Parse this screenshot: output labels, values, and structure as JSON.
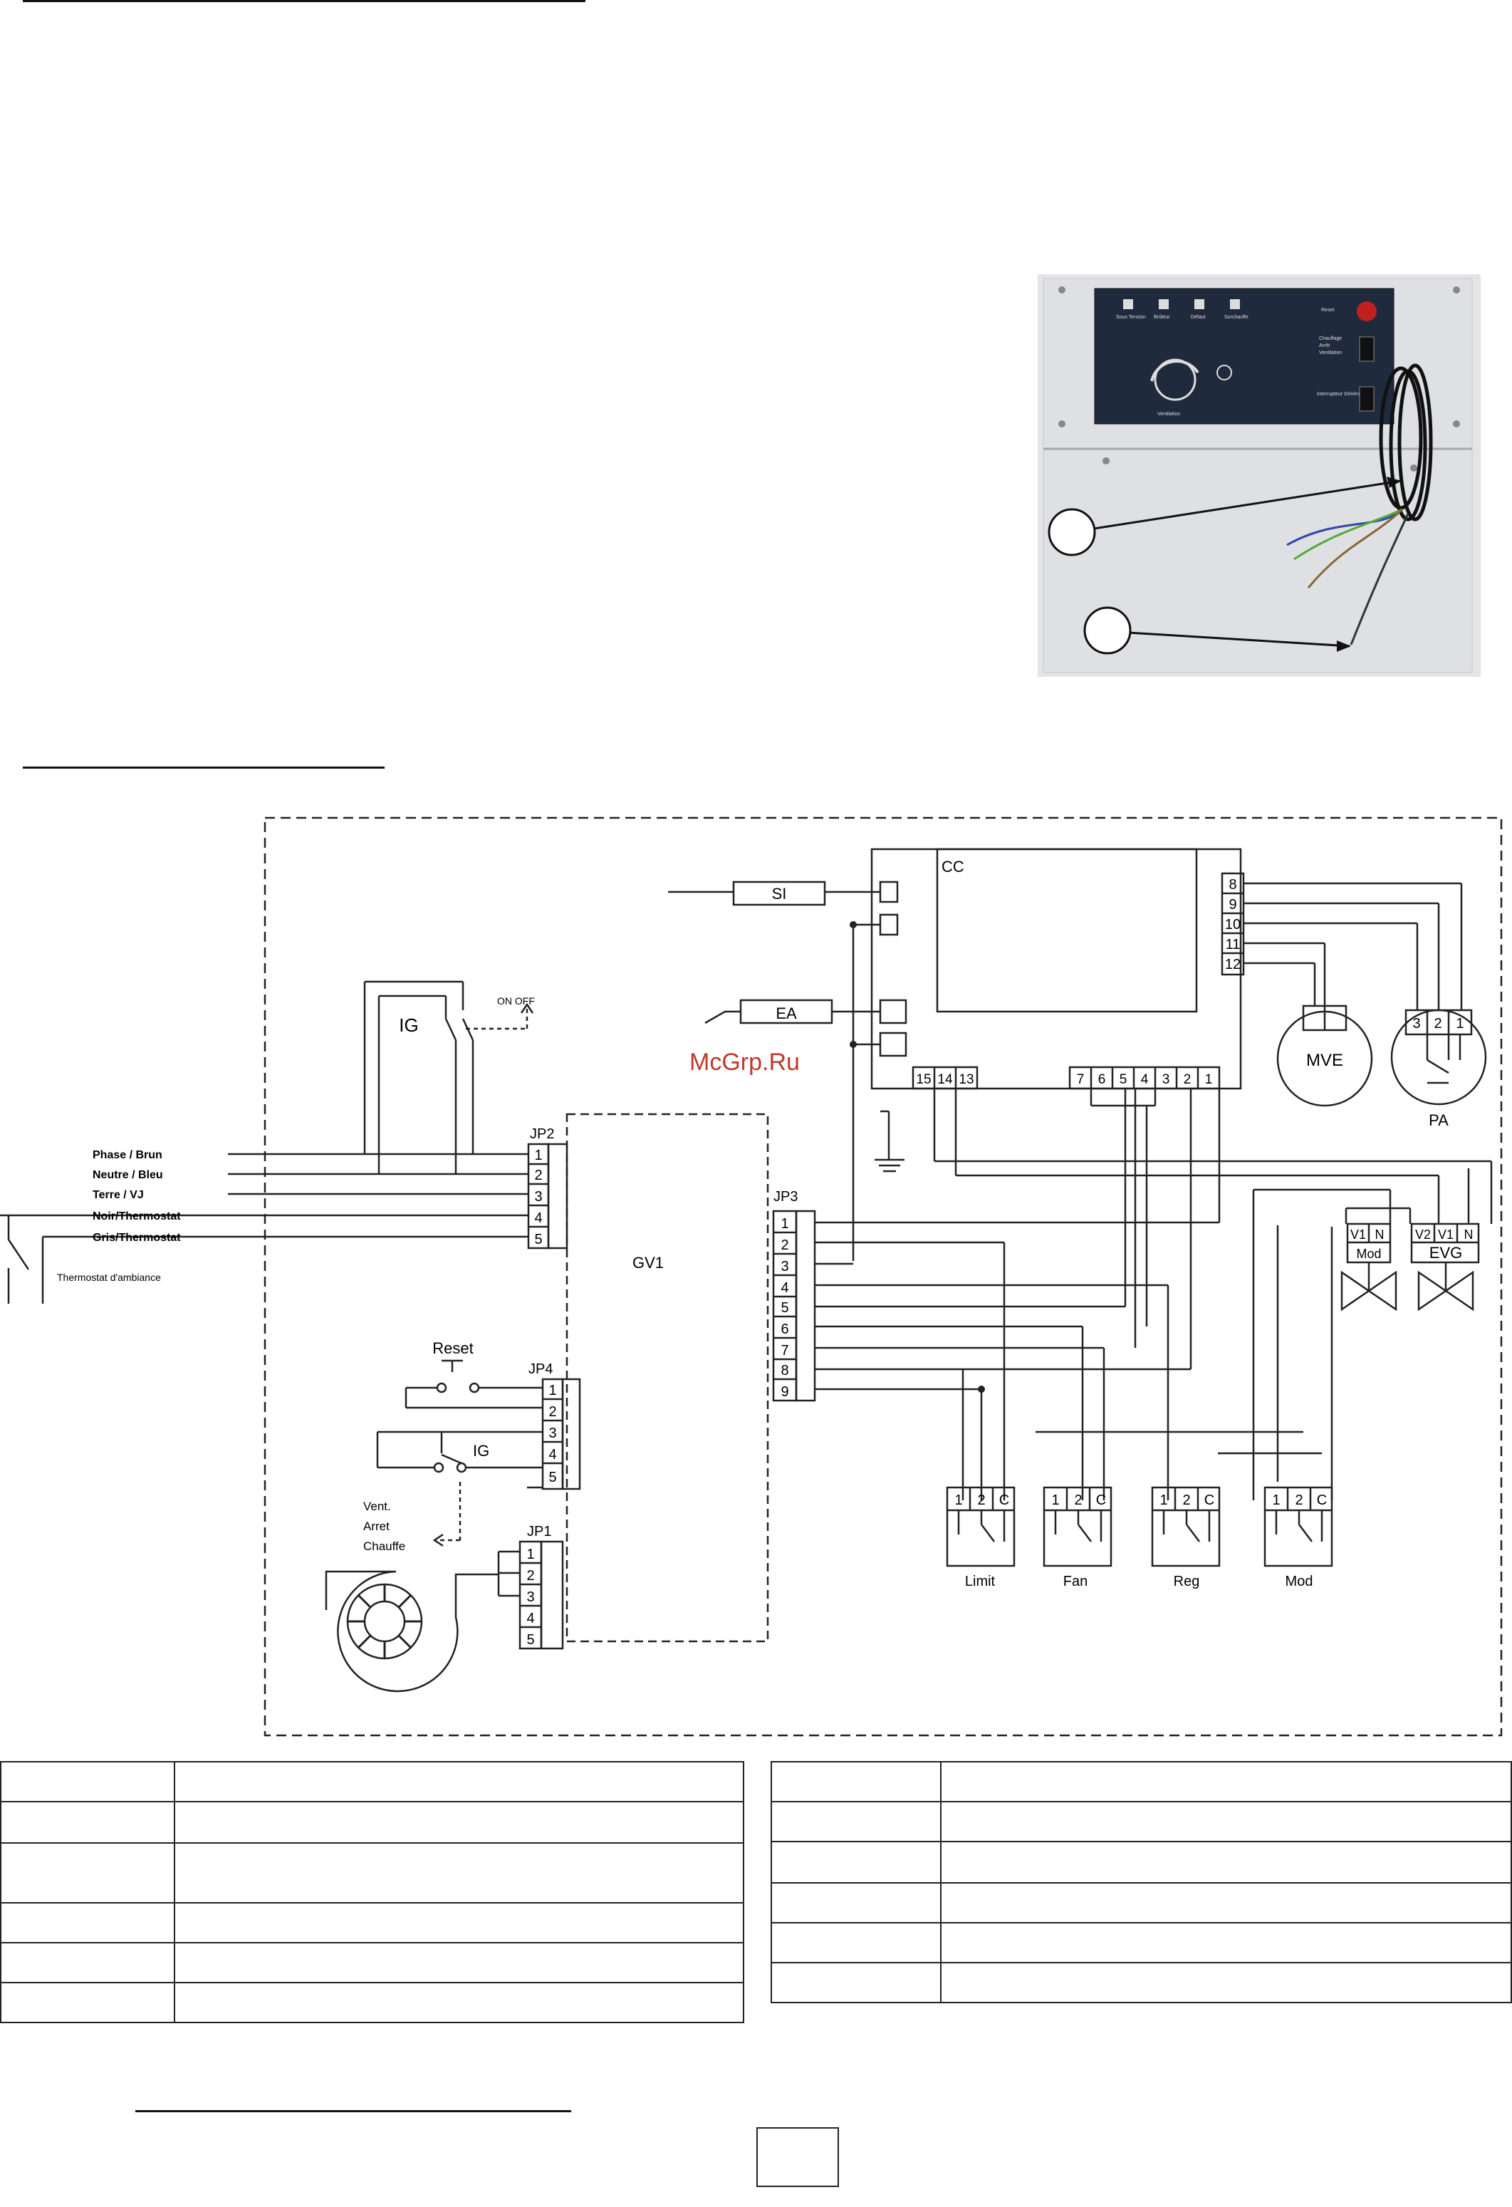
{
  "watermark": "McGrp.Ru",
  "photo": {
    "panel_labels": [
      "Sous Tension",
      "Brûleur",
      "Défaut",
      "Surchauffe",
      "Reset",
      "Chauffage",
      "Arrêt",
      "Ventilation",
      "Ventilation",
      "Interrupteur Général"
    ],
    "callouts": [
      "",
      ""
    ]
  },
  "schematic": {
    "components": {
      "cc": "CC",
      "si": "SI",
      "ea": "EA",
      "ig": "IG",
      "ig2": "IG",
      "onoff": "ON OFF",
      "mve": "MVE",
      "pa": "PA",
      "gv1": "GV1",
      "reset": "Reset",
      "vent": [
        "Vent.",
        "Arret",
        "Chauffe"
      ]
    },
    "connectors": {
      "jp2": "JP2",
      "jp3": "JP3",
      "jp4": "JP4",
      "jp1": "JP1",
      "jp2_pins": [
        "1",
        "2",
        "3",
        "4",
        "5"
      ],
      "jp3_pins": [
        "1",
        "2",
        "3",
        "4",
        "5",
        "6",
        "7",
        "8",
        "9"
      ],
      "jp4_pins": [
        "1",
        "2",
        "3",
        "4",
        "5"
      ],
      "jp1_pins": [
        "1",
        "2",
        "3",
        "4",
        "5"
      ],
      "cc_right_pins": [
        "8",
        "9",
        "10",
        "11",
        "12"
      ],
      "cc_bottom_left": [
        "15",
        "14",
        "13"
      ],
      "cc_bottom_right": [
        "7",
        "6",
        "5",
        "4",
        "3",
        "2",
        "1"
      ],
      "pa_pins": [
        "3",
        "2",
        "1"
      ]
    },
    "wires": [
      "Phase / Brun",
      "Neutre / Bleu",
      "Terre / VJ",
      "Noir/Thermostat",
      "Gris/Thermostat"
    ],
    "thermostat": "Thermostat d'ambiance",
    "valves": {
      "mod": "Mod",
      "mod_pins": [
        "V1",
        "N"
      ],
      "evg": "EVG",
      "evg_pins": [
        "V2",
        "V1",
        "N"
      ]
    },
    "switches": [
      {
        "label": "Limit",
        "pins": [
          "1",
          "2",
          "C"
        ]
      },
      {
        "label": "Fan",
        "pins": [
          "1",
          "2",
          "C"
        ]
      },
      {
        "label": "Reg",
        "pins": [
          "1",
          "2",
          "C"
        ]
      },
      {
        "label": "Mod",
        "pins": [
          "1",
          "2",
          "C"
        ]
      }
    ]
  },
  "legend_left": [
    [
      "",
      ""
    ],
    [
      "",
      ""
    ],
    [
      "",
      ""
    ],
    [
      "",
      ""
    ],
    [
      "",
      ""
    ],
    [
      "",
      ""
    ]
  ],
  "legend_right": [
    [
      "",
      ""
    ],
    [
      "",
      ""
    ],
    [
      "",
      ""
    ],
    [
      "",
      ""
    ],
    [
      "",
      ""
    ],
    [
      "",
      ""
    ]
  ],
  "page_number": ""
}
